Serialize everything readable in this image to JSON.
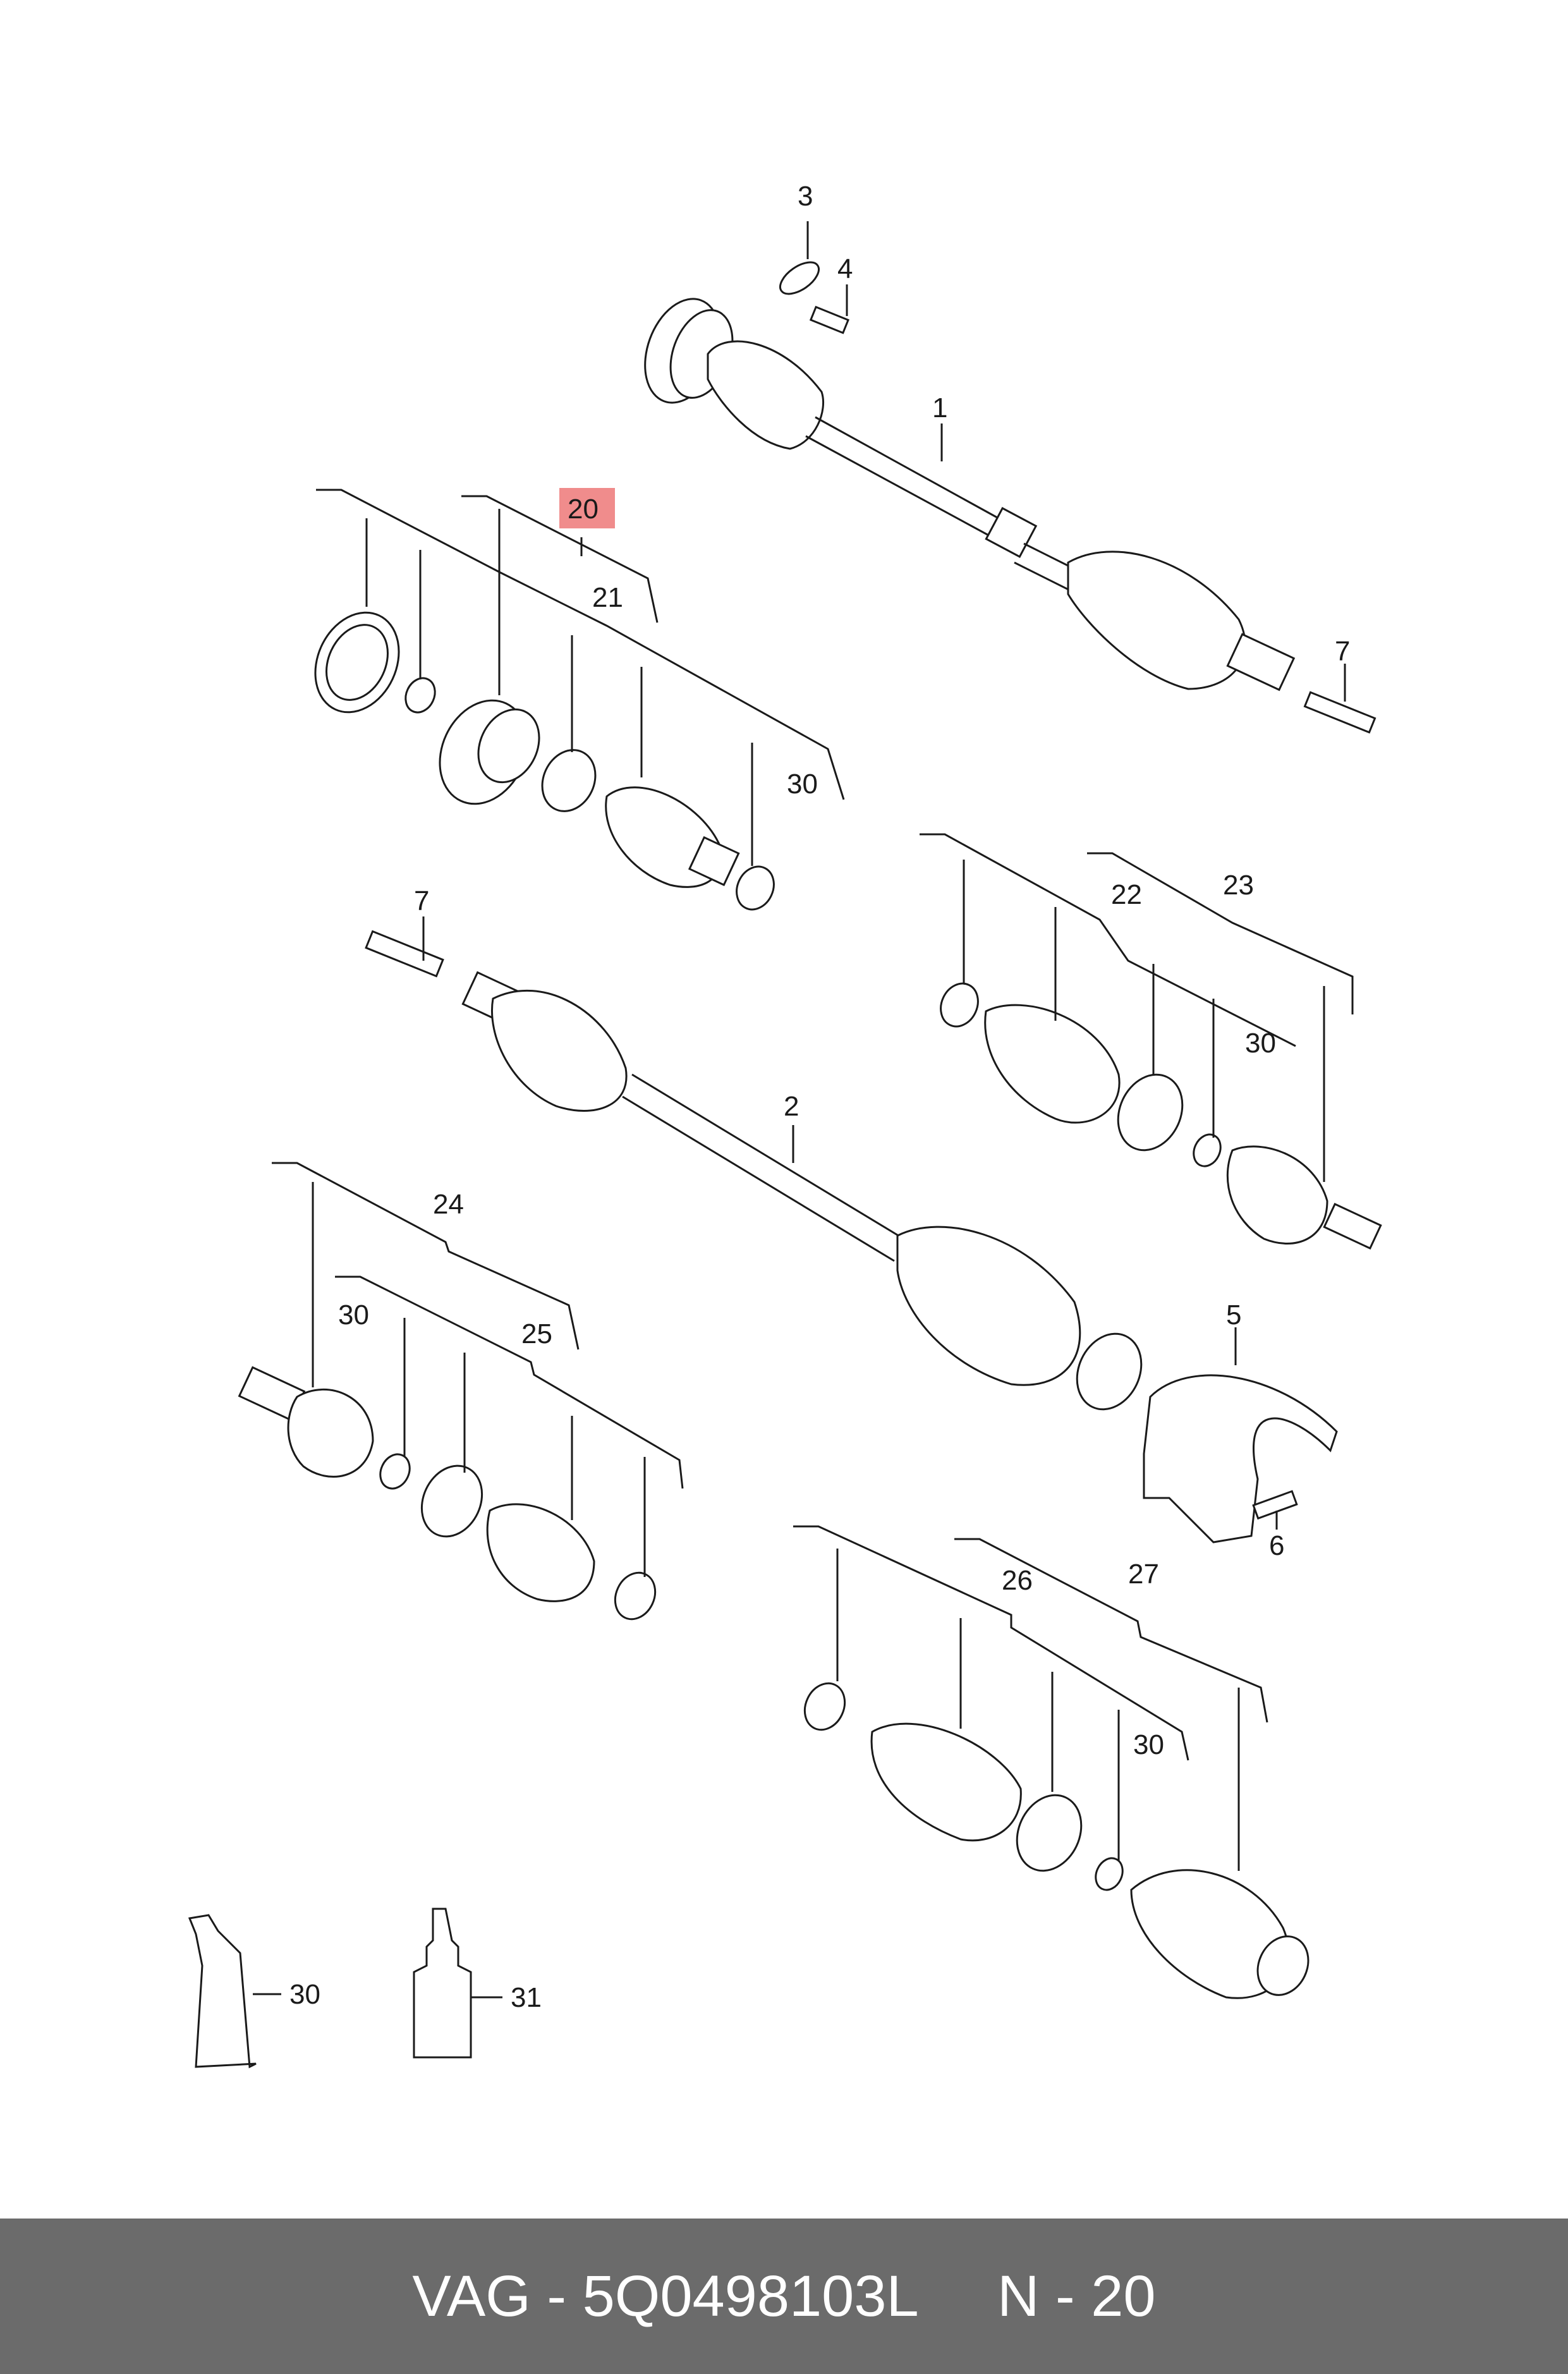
{
  "callouts": {
    "c1": "1",
    "c2": "2",
    "c3": "3",
    "c4": "4",
    "c5": "5",
    "c6": "6",
    "c7a": "7",
    "c7b": "7",
    "c20": "20",
    "c21": "21",
    "c22": "22",
    "c23": "23",
    "c24": "24",
    "c25": "25",
    "c26": "26",
    "c27": "27",
    "c30a": "30",
    "c30b": "30",
    "c30c": "30",
    "c30d": "30",
    "c30e": "30",
    "c31": "31"
  },
  "highlight": {
    "color": "#f08c8c",
    "part": "20"
  },
  "footer": {
    "brand": "VAG",
    "part_number": "5Q0498103L",
    "position": "N - 20",
    "text": "VAG - 5Q0498103L     N - 20",
    "background": "#6b6b6b"
  }
}
